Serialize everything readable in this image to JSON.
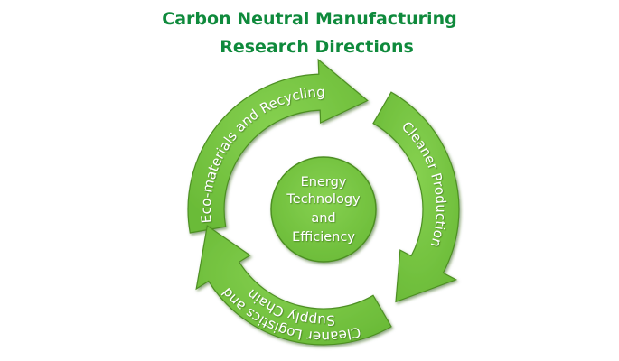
{
  "title": {
    "line1": "Carbon Neutral Manufacturing",
    "line2": "Research Directions"
  },
  "center": {
    "lines": [
      "Energy",
      "Technology",
      "and",
      "Efficiency"
    ]
  },
  "cycle": [
    {
      "label": "Eco-materials and Recycling"
    },
    {
      "label": "Cleaner Production"
    },
    {
      "label_lines": [
        "Cleaner Logistics and",
        "Supply Chain"
      ]
    }
  ],
  "colors": {
    "title": "#0f8a3c",
    "fill": "#76c442",
    "fill_dark": "#5aa62c",
    "edge": "#3f7f1e",
    "text": "#ffffff"
  }
}
